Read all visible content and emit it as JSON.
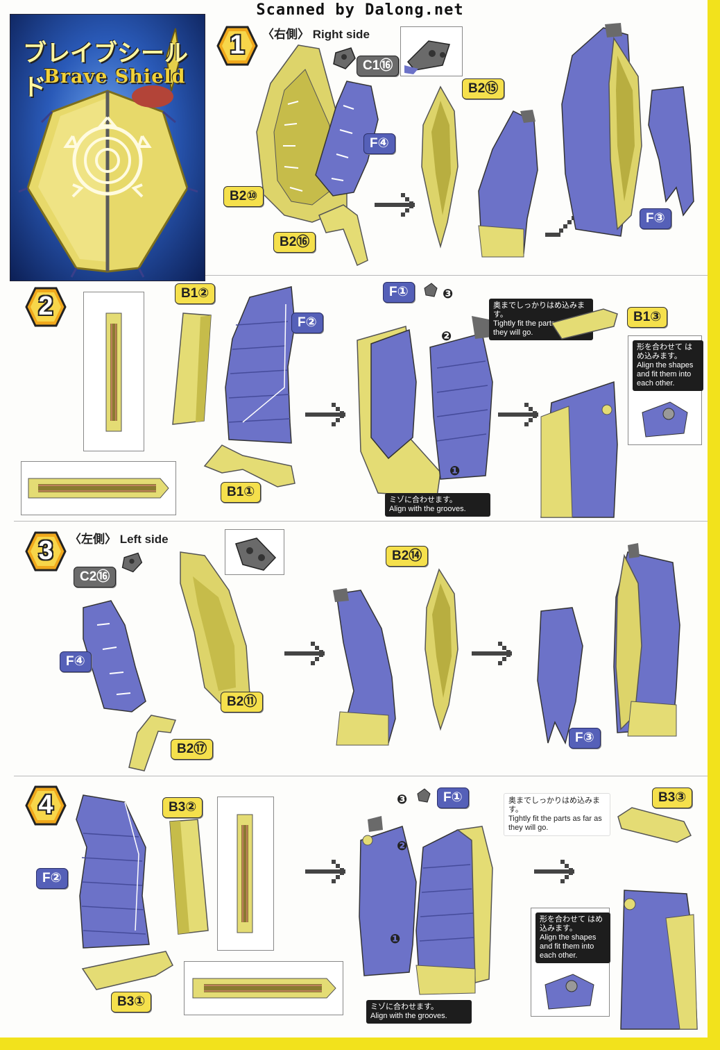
{
  "header": {
    "scanned_by": "Scanned by Dalong.net"
  },
  "hero": {
    "title_jp": "ブレイブシールド",
    "title_en": "Brave Shield"
  },
  "colors": {
    "part_yellow": "#e8e07a",
    "part_purple": "#6c72c8",
    "part_gray": "#6a6a6a",
    "page_border": "#f2e21c"
  },
  "icons": [
    "step-number-badge-icon",
    "next-step-arrow-icon",
    "turn-arrow-icon",
    "pointer-arrow-icon"
  ],
  "steps": [
    {
      "number": "1",
      "heading": "〈右側〉 Right side",
      "labels": [
        "C1⑯",
        "F④",
        "B2⑩",
        "B2⑯",
        "B2⑮",
        "F③"
      ]
    },
    {
      "number": "2",
      "labels": [
        "B1②",
        "F②",
        "B1①",
        "F①",
        "❸",
        "❷",
        "❶",
        "B1③"
      ],
      "notes": {
        "fit_jp": "奥までしっかりはめ込みます。",
        "fit_en": "Tightly fit the parts as far as they will go.",
        "shape_jp": "形を合わせて はめ込みます。",
        "shape_en": "Align the shapes and fit them into each other.",
        "groove_jp": "ミゾに合わせます。",
        "groove_en": "Align with the grooves."
      }
    },
    {
      "number": "3",
      "heading": "〈左側〉 Left side",
      "labels": [
        "C2⑯",
        "F④",
        "B2⑪",
        "B2⑰",
        "B2⑭",
        "F③"
      ]
    },
    {
      "number": "4",
      "labels": [
        "F②",
        "B3②",
        "B3①",
        "❸",
        "F①",
        "❷",
        "❶",
        "B3③"
      ],
      "notes": {
        "fit_jp": "奥までしっかりはめ込みます。",
        "fit_en": "Tightly fit the parts as far as they will go.",
        "shape_jp": "形を合わせて はめ込みます。",
        "shape_en": "Align the shapes and fit them into each other.",
        "groove_jp": "ミゾに合わせます。",
        "groove_en": "Align with the grooves."
      }
    }
  ]
}
